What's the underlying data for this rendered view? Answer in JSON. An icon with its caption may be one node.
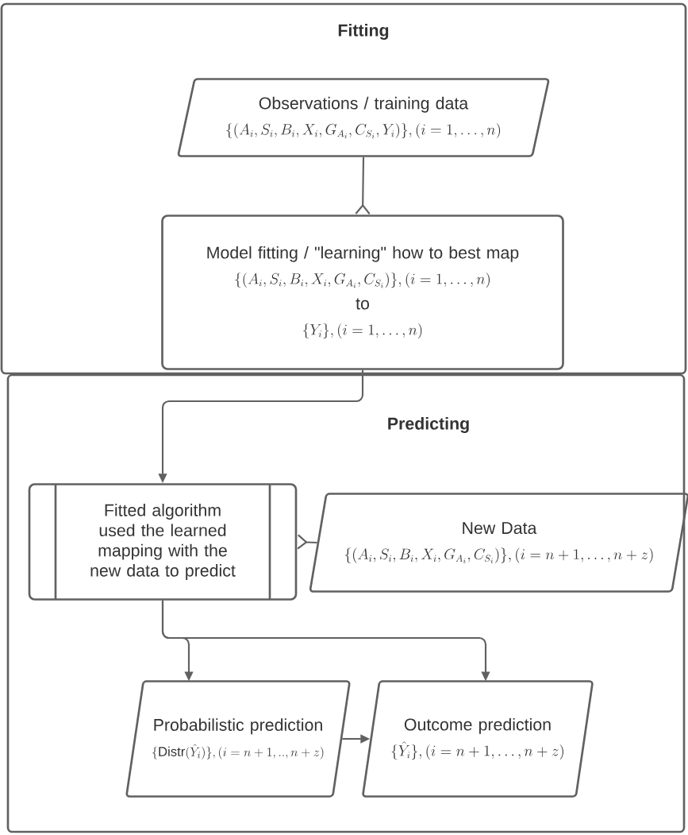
{
  "diagram": {
    "nodes": [
      {
        "text": [
          "Fitting"
        ]
      },
      {
        "text": [
          "Observations / training data",
          "\\{(A_i,S_i,B_i,X_i,G_{A_i},C_{S_i},Y_i)\\},(i=1,\\ldots,n)"
        ],
        "in": 0
      },
      {
        "text": [
          "Model fitting / \"learning\" how to best map",
          "\\{(A_i,S_i,B_i,X_i,G_{A_i},C_{S_i})\\},(i=1,\\ldots,n)",
          "to",
          "\\{Y_i\\},(i=1,\\ldots,n)"
        ],
        "in": 0
      },
      {
        "text": [
          "Predicting"
        ]
      },
      {
        "text": [
          "Fitted algorithm used the learned mapping with the new data to predict"
        ],
        "in": 3
      },
      {
        "text": [
          "New Data",
          "\\{(A_i,S_i,B_i,X_i,G_{A_i},C_{S_i})\\},(i=n+1,\\ldots,n+z)"
        ],
        "in": 3
      },
      {
        "text": [
          "Probabilistic prediction",
          "\\{\\mathrm{Distr}(\\hat{Y}_i)\\},(i=n+1,..,n+z)"
        ],
        "in": 3
      },
      {
        "text": [
          "Outcome prediction",
          "\\{\\hat{Y}_i\\},(i=n+1,\\ldots,n+z)"
        ],
        "in": 3
      }
    ],
    "edges": [
      {
        "from": 1,
        "to": 2,
        "arrow": "other"
      },
      {
        "from": 2,
        "to": 4,
        "arrow": "to"
      },
      {
        "from": 5,
        "to": 4,
        "arrow": "other"
      },
      {
        "from": 4,
        "to": 6,
        "arrow": "to"
      },
      {
        "from": 4,
        "to": 7,
        "arrow": "to"
      },
      {
        "from": 6,
        "to": 7,
        "arrow": "to"
      }
    ]
  }
}
